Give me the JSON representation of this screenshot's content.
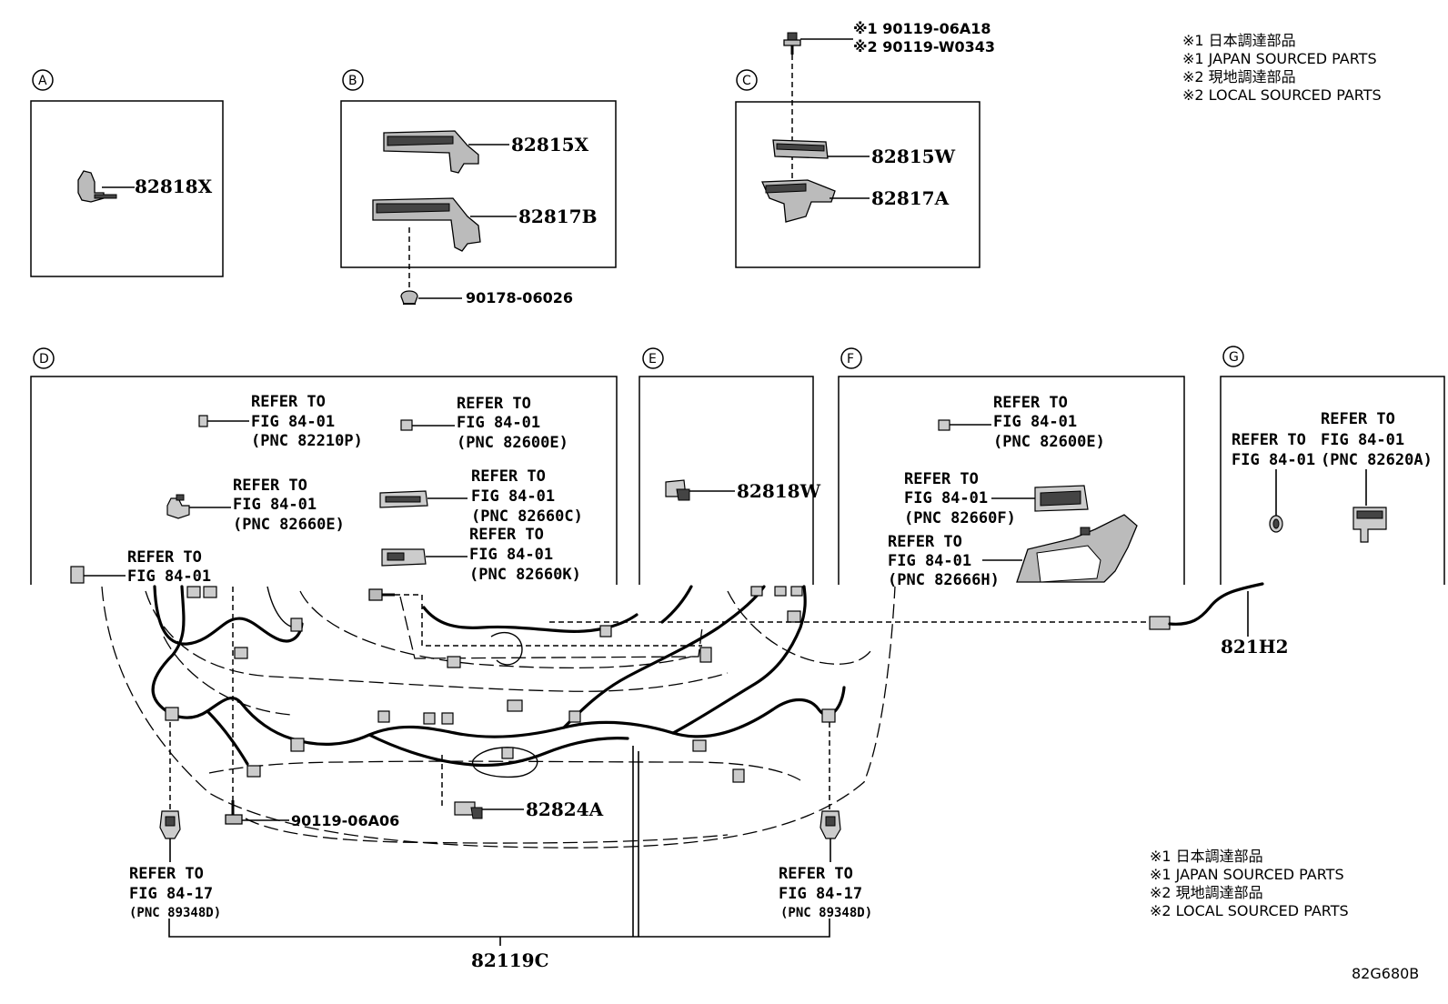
{
  "notes_top": [
    "※1 日本調達部品",
    "※1 JAPAN SOURCED PARTS",
    "※2 現地調達部品",
    "※2 LOCAL SOURCED PARTS"
  ],
  "notes_bottom": [
    "※1 日本調達部品",
    "※1 JAPAN SOURCED PARTS",
    "※2 現地調達部品",
    "※2 LOCAL SOURCED PARTS"
  ],
  "sections": {
    "a": "A",
    "b": "B",
    "c": "C",
    "d": "D",
    "e": "E",
    "f": "F",
    "g": "G"
  },
  "parts": {
    "p82818x": "82818X",
    "p82815x": "82815X",
    "p82817b": "82817B",
    "p90178": "90178-06026",
    "p82815w": "82815W",
    "p82817a": "82817A",
    "p82818w": "82818W",
    "p821h2": "821H2",
    "p82824a": "82824A",
    "p90119_06a06": "90119-06A06",
    "p82119c": "82119C",
    "c1": "※1 90119-06A18",
    "c2": "※2 90119-W0343"
  },
  "refs": {
    "d1": [
      "REFER TO",
      "FIG 84-01",
      "(PNC 82210P)"
    ],
    "d2": [
      "REFER TO",
      "FIG 84-01",
      "(PNC 82600E)"
    ],
    "d3": [
      "REFER TO",
      "FIG 84-01",
      "(PNC 82660E)"
    ],
    "d4": [
      "REFER TO",
      "FIG 84-01",
      "(PNC 82660C)"
    ],
    "d5": [
      "REFER TO",
      "FIG 84-01",
      "(PNC 82660K)"
    ],
    "d6": [
      "REFER TO",
      "FIG 84-01"
    ],
    "f1": [
      "REFER TO",
      "FIG 84-01",
      "(PNC 82600E)"
    ],
    "f2": [
      "REFER TO",
      "FIG 84-01",
      "(PNC 82660F)"
    ],
    "f3": [
      "REFER TO",
      "FIG 84-01",
      "(PNC 82666H)"
    ],
    "g1": [
      "REFER TO",
      "FIG 84-01"
    ],
    "g2": [
      "REFER TO",
      "FIG 84-01",
      "(PNC 82620A)"
    ],
    "l1": [
      "REFER TO",
      "FIG 84-17",
      "(PNC 89348D)"
    ],
    "r1": [
      "REFER TO",
      "FIG 84-17",
      "(PNC 89348D)"
    ]
  },
  "figure_id": "82G680B"
}
